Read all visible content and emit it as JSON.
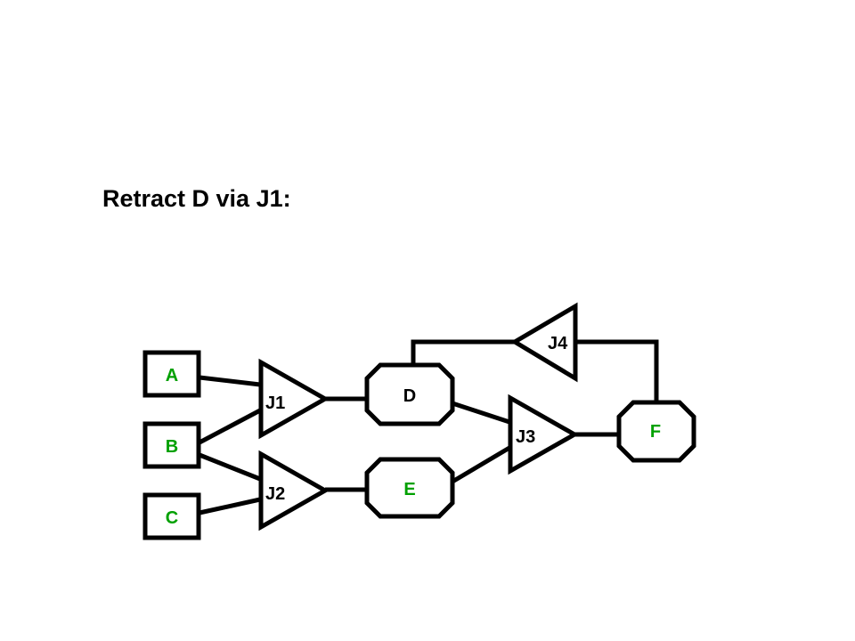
{
  "title": "Retract D via J1:",
  "colors": {
    "premise_label": "#00a000",
    "derived_label": "#000000",
    "justification_label": "#000000",
    "stroke": "#000000"
  },
  "premises": [
    {
      "id": "A",
      "label": "A"
    },
    {
      "id": "B",
      "label": "B"
    },
    {
      "id": "C",
      "label": "C"
    }
  ],
  "derived_nodes": [
    {
      "id": "D",
      "label": "D"
    },
    {
      "id": "E",
      "label": "E"
    },
    {
      "id": "F",
      "label": "F"
    }
  ],
  "justifications": [
    {
      "id": "J1",
      "label": "J1",
      "inputs": [
        "A",
        "B"
      ],
      "output": "D"
    },
    {
      "id": "J2",
      "label": "J2",
      "inputs": [
        "B",
        "C"
      ],
      "output": "E"
    },
    {
      "id": "J3",
      "label": "J3",
      "inputs": [
        "D",
        "E"
      ],
      "output": "F"
    },
    {
      "id": "J4",
      "label": "J4",
      "inputs": [
        "F"
      ],
      "output": "D"
    }
  ]
}
